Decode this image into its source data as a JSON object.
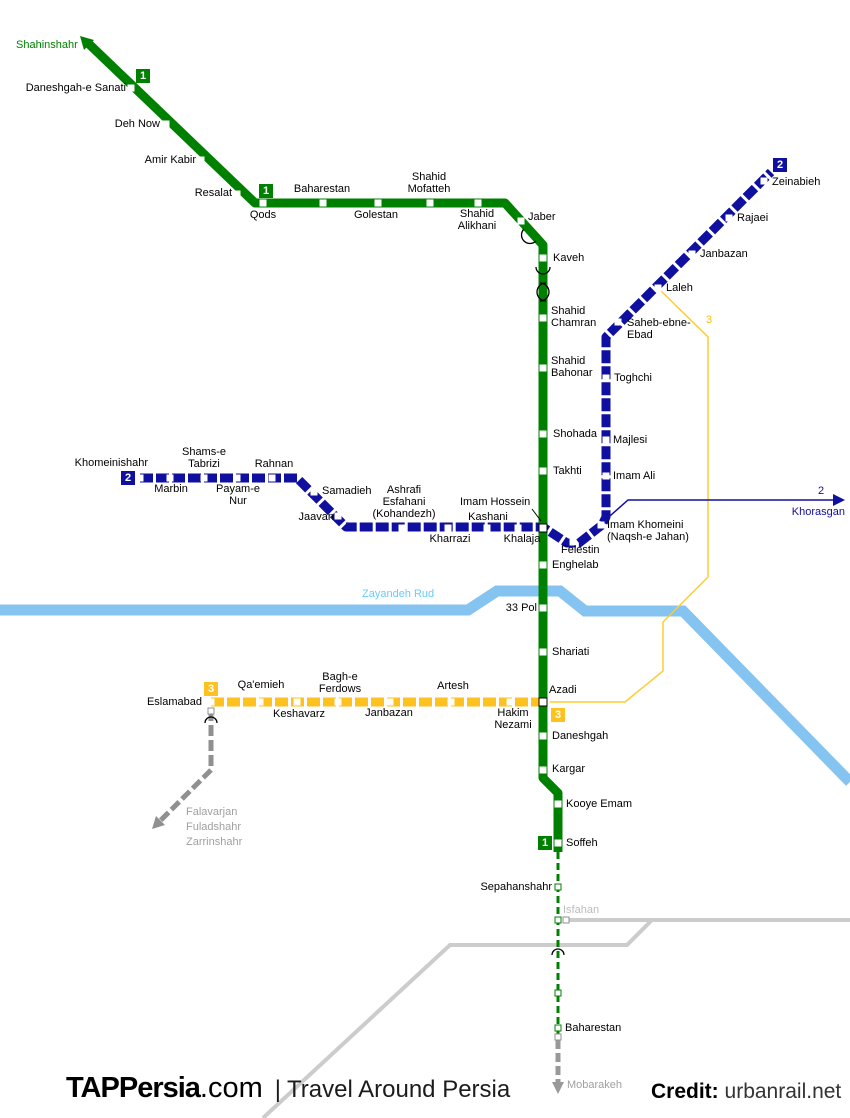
{
  "lines": {
    "line1": {
      "badge": "1",
      "color": "#008000"
    },
    "line2": {
      "badge": "2",
      "color": "#0f0fa0"
    },
    "line3": {
      "badge": "3",
      "color": "#ffc120"
    }
  },
  "stations": {
    "line1": {
      "shahinshahr": "Shahinshahr",
      "daneshgah_sanati": "Daneshgah-e Sanati",
      "deh_now": "Deh Now",
      "amir_kabir": "Amir Kabir",
      "resalat": "Resalat",
      "qods": "Qods",
      "baharestan": "Baharestan",
      "golestan": "Golestan",
      "shahid_mofatteh": "Shahid\nMofatteh",
      "shahid_alikhani": "Shahid\nAlikhani",
      "jaber": "Jaber",
      "kaveh": "Kaveh",
      "shahid_chamran": "Shahid\nChamran",
      "shahid_bahonar": "Shahid\nBahonar",
      "shohada": "Shohada",
      "takhti": "Takhti",
      "imam_hossein": "Imam Hossein",
      "enghelab": "Enghelab",
      "pol33": "33 Pol",
      "shariati": "Shariati",
      "azadi": "Azadi",
      "daneshgah": "Daneshgah",
      "kargar": "Kargar",
      "kooye_emam": "Kooye Emam",
      "soffeh": "Soffeh",
      "sepahanshahr": "Sepahanshahr",
      "baharestan_south": "Baharestan",
      "mobarakeh": "Mobarakeh"
    },
    "line2": {
      "khomeinishahr": "Khomeinishahr",
      "marbin": "Marbin",
      "shams_tabrizi": "Shams-e\nTabrizi",
      "payam_nur": "Payam-e\nNur",
      "rahnan": "Rahnan",
      "samadieh": "Samadieh",
      "jaavan": "Jaavan",
      "ashrafi": "Ashrafi\nEsfahani\n(Kohandezh)",
      "kharrazi": "Kharrazi",
      "kashani": "Kashani",
      "khalaja": "Khalaja",
      "felestin": "Felestin",
      "imam_khomeini": "Imam Khomeini\n(Naqsh-e Jahan)",
      "imam_ali": "Imam Ali",
      "majlesi": "Majlesi",
      "toghchi": "Toghchi",
      "saheb": "Saheb-ebne-\nEbad",
      "laleh": "Laleh",
      "janbazan": "Janbazan",
      "rajaei": "Rajaei",
      "zeinabieh": "Zeinabieh",
      "khorasgan": "Khorasgan"
    },
    "line3": {
      "eslamabad": "Eslamabad",
      "qaemieh": "Qa'emieh",
      "keshavarz": "Keshavarz",
      "bagh_ferdows": "Bagh-e\nFerdows",
      "janbazan": "Janbazan",
      "artesh": "Artesh",
      "hakim_nezami": "Hakim\nNezami"
    }
  },
  "river": {
    "label": "Zayandeh Rud",
    "color": "#85c3f0"
  },
  "railway": {
    "isfahan": "Isfahan",
    "branch": [
      "Falavarjan",
      "Fuladshahr",
      "Zarrinshahr"
    ]
  },
  "footer": {
    "brand": "TAPPersia",
    "brand_tld": ".com",
    "separator": "|",
    "tagline": "Travel Around Persia",
    "credit_label": "Credit:",
    "credit_value": "urbanrail.net"
  }
}
